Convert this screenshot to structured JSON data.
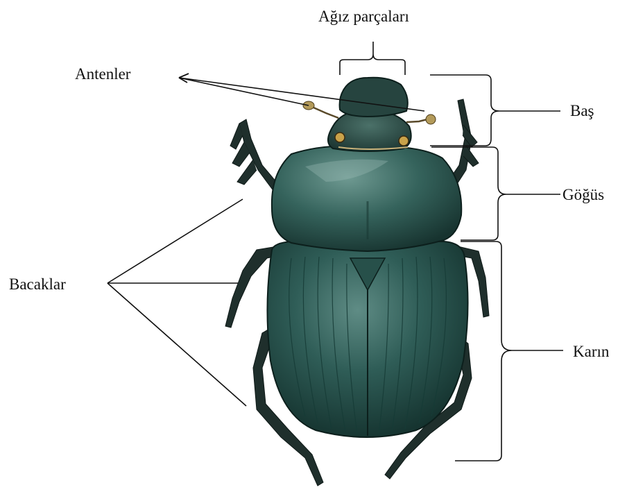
{
  "labels": {
    "mouthparts": "Ağız parçaları",
    "antennae": "Antenler",
    "head": "Baş",
    "thorax": "Göğüs",
    "legs": "Bacaklar",
    "abdomen": "Karın"
  },
  "colors": {
    "beetle_dark": "#1c3a36",
    "beetle_mid": "#2f5d57",
    "beetle_light": "#6f9a92",
    "line": "#111111",
    "background": "#ffffff"
  }
}
